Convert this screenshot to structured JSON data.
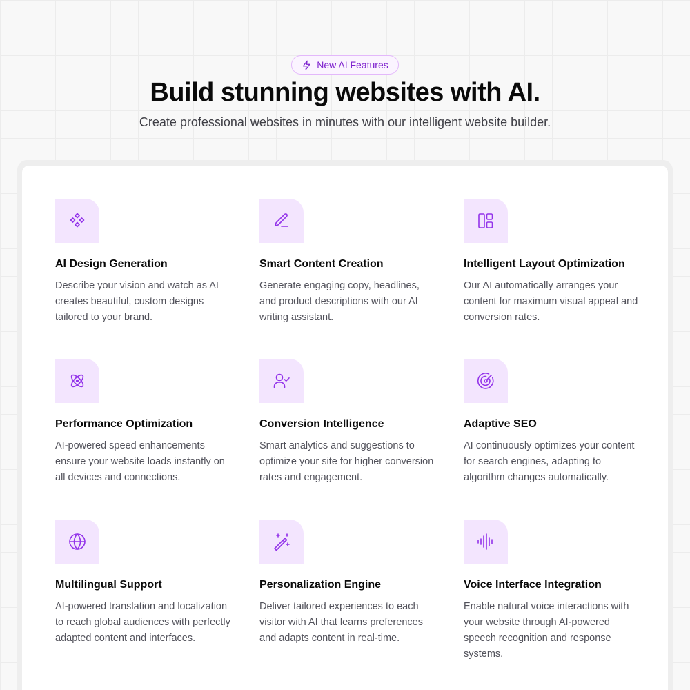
{
  "badge": {
    "label": "New AI Features",
    "icon": "lightning-icon"
  },
  "hero": {
    "title": "Build stunning websites with AI.",
    "subtitle": "Create professional websites in minutes with our intelligent website builder."
  },
  "colors": {
    "accent": "#9333ea",
    "icon_bg": "#f3e5fe",
    "badge_border": "#e3b8fb"
  },
  "features": [
    {
      "icon": "diamonds-icon",
      "title": "AI Design Generation",
      "description": "Describe your vision and watch as AI creates beautiful, custom designs tailored to your brand."
    },
    {
      "icon": "pen-line-icon",
      "title": "Smart Content Creation",
      "description": "Generate engaging copy, headlines, and product descriptions with our AI writing assistant."
    },
    {
      "icon": "layout-panels-icon",
      "title": "Intelligent Layout Optimization",
      "description": "Our AI automatically arranges your content for maximum visual appeal and conversion rates."
    },
    {
      "icon": "atom-icon",
      "title": "Performance Optimization",
      "description": "AI-powered speed enhancements ensure your website loads instantly on all devices and connections."
    },
    {
      "icon": "user-check-icon",
      "title": "Conversion Intelligence",
      "description": "Smart analytics and suggestions to optimize your site for higher conversion rates and engagement."
    },
    {
      "icon": "radar-icon",
      "title": "Adaptive SEO",
      "description": "AI continuously optimizes your content for search engines, adapting to algorithm changes automatically."
    },
    {
      "icon": "globe-icon",
      "title": "Multilingual Support",
      "description": "AI-powered translation and localization to reach global audiences with perfectly adapted content and interfaces."
    },
    {
      "icon": "magic-wand-icon",
      "title": "Personalization Engine",
      "description": "Deliver tailored experiences to each visitor with AI that learns preferences and adapts content in real-time."
    },
    {
      "icon": "audio-waveform-icon",
      "title": "Voice Interface Integration",
      "description": "Enable natural voice interactions with your website through AI-powered speech recognition and response systems."
    }
  ]
}
